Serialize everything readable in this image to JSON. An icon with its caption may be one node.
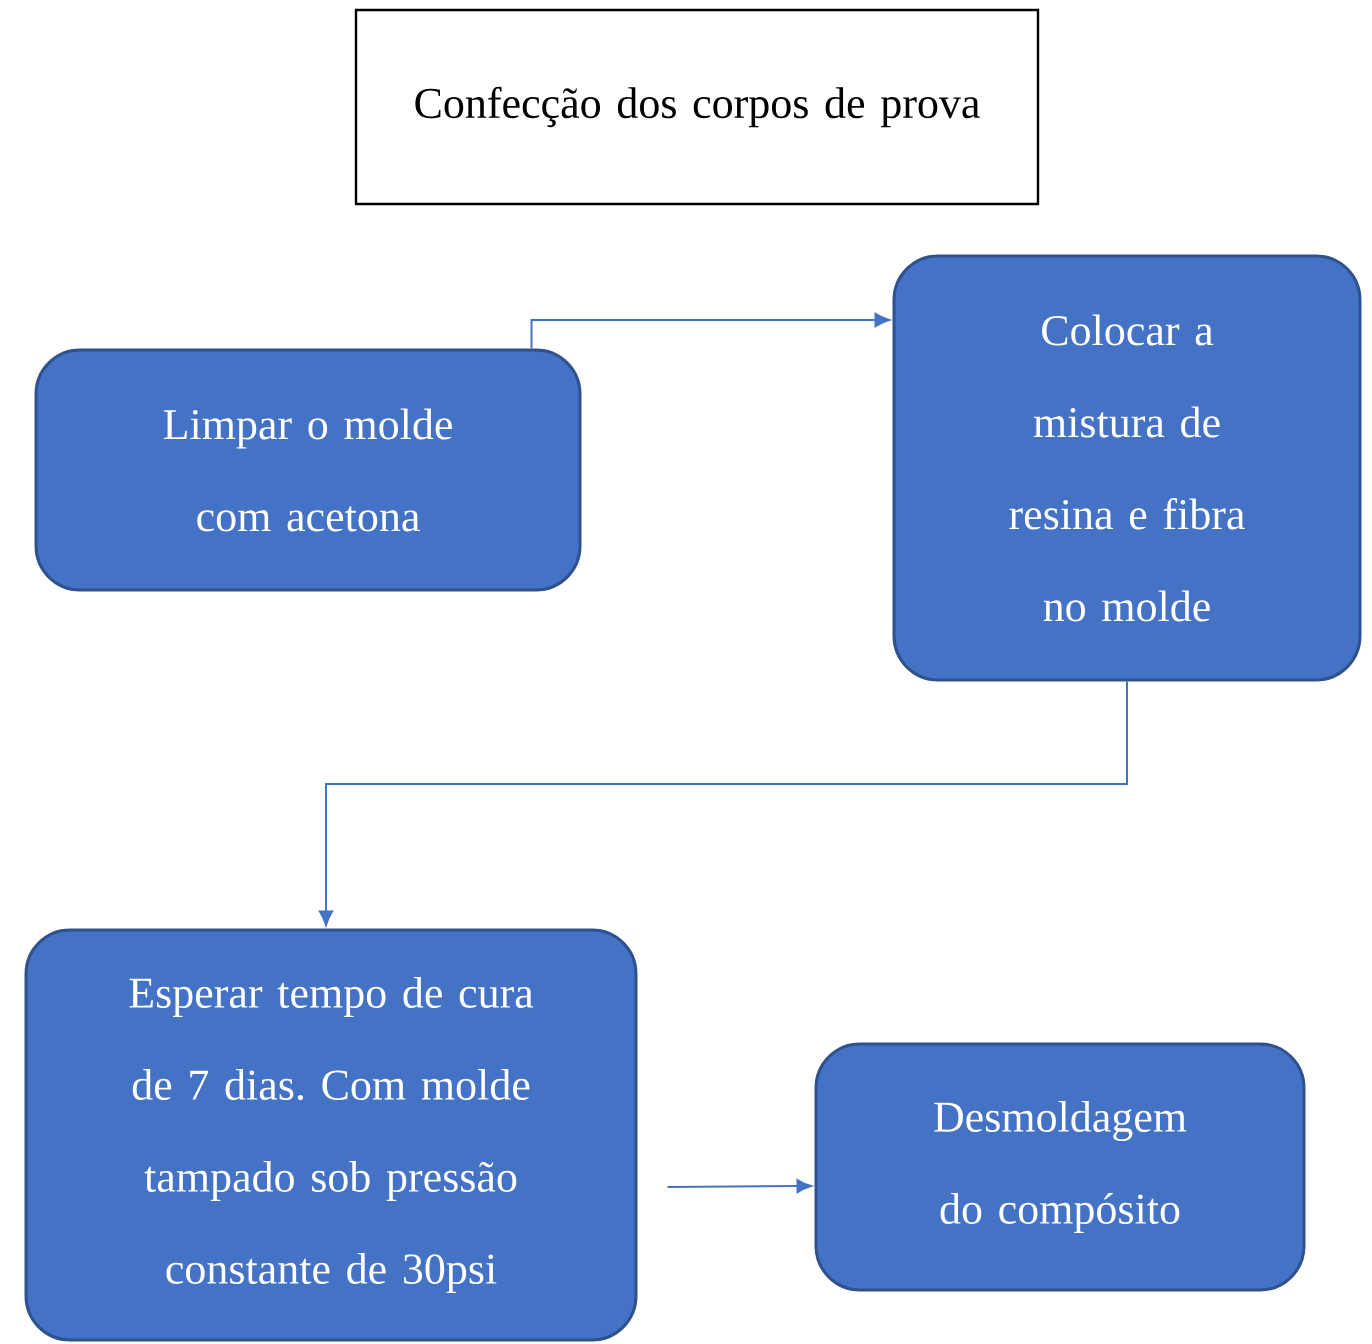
{
  "diagram": {
    "nodes": [
      {
        "text": [
          "Confecção dos corpos de prova"
        ]
      },
      {
        "text": [
          "Limpar o molde com acetona"
        ]
      },
      {
        "text": [
          "Colocar a mistura de resina e fibra no molde"
        ]
      },
      {
        "text": [
          "Esperar tempo de cura de 7 dias. Com molde tampado sob pressão constante de 30psi"
        ]
      },
      {
        "text": [
          "Desmoldagem do compósito"
        ]
      }
    ],
    "edges": [
      {
        "from": 1,
        "to": 2,
        "arrow": "to"
      },
      {
        "from": 2,
        "to": 3,
        "arrow": "to"
      },
      {
        "from": 3,
        "to": 4,
        "arrow": "to"
      }
    ]
  }
}
